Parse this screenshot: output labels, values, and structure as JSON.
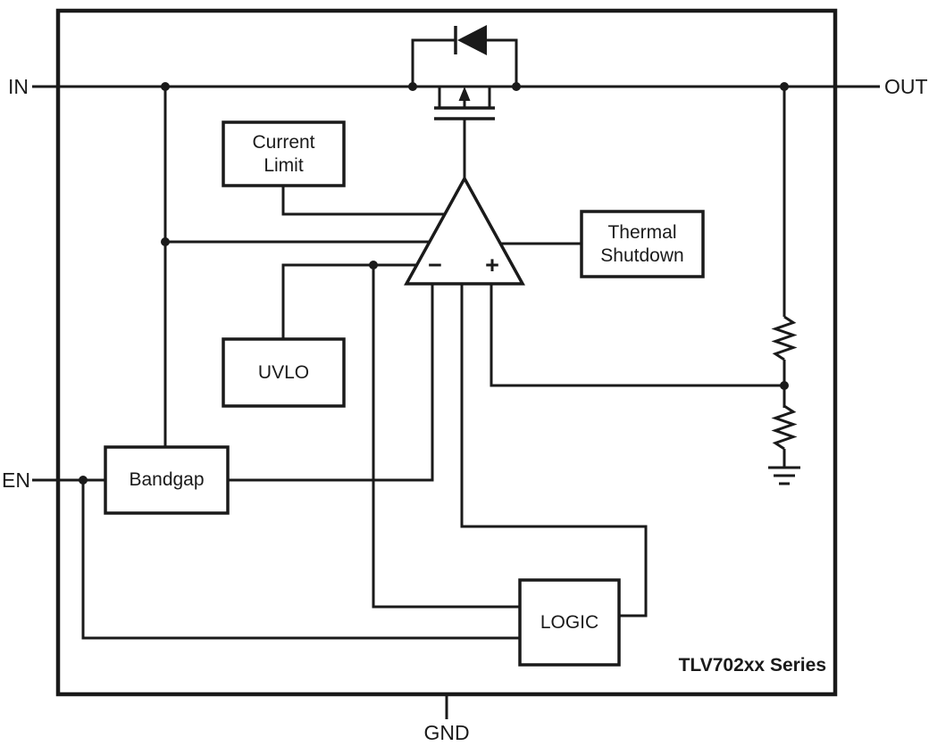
{
  "ports": {
    "in": "IN",
    "out": "OUT",
    "en": "EN",
    "gnd": "GND"
  },
  "blocks": {
    "current_limit": {
      "line1": "Current",
      "line2": "Limit"
    },
    "thermal_shutdown": {
      "line1": "Thermal",
      "line2": "Shutdown"
    },
    "uvlo": {
      "label": "UVLO"
    },
    "bandgap": {
      "label": "Bandgap"
    },
    "logic": {
      "label": "LOGIC"
    }
  },
  "amplifier": {
    "minus": "−",
    "plus": "+"
  },
  "caption": {
    "series": "TLV702xx Series"
  },
  "colors": {
    "line": "#1a1a1a",
    "background": "#ffffff"
  }
}
